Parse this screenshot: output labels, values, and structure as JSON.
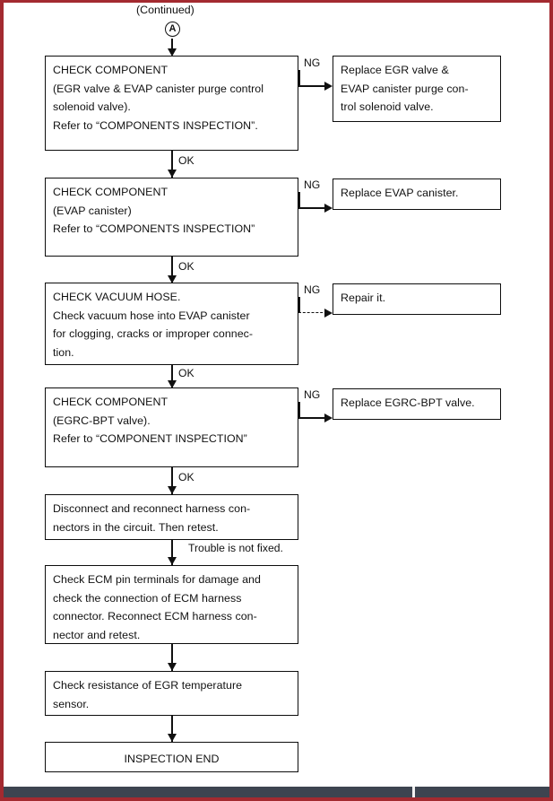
{
  "diagram": {
    "title_label": "(Continued)",
    "entry_ref": "A",
    "ok_label": "OK",
    "ng_label": "NG",
    "trouble_label": "Trouble is not fixed.",
    "colors": {
      "page_border": "#a32a30",
      "taskbar": "#3d4450",
      "line": "#111111",
      "box_fill": "#ffffff"
    },
    "main_steps": [
      {
        "id": "check-component-egr-evap",
        "text": "CHECK COMPONENT\n(EGR valve & EVAP canister purge control\nsolenoid valve).\nRefer to “COMPONENTS INSPECTION”."
      },
      {
        "id": "check-component-evap-canister",
        "text": "CHECK COMPONENT\n(EVAP canister)\nRefer to “COMPONENTS INSPECTION”"
      },
      {
        "id": "check-vacuum-hose",
        "text": "CHECK VACUUM HOSE.\nCheck vacuum hose into EVAP canister\nfor clogging, cracks or improper connec-\ntion."
      },
      {
        "id": "check-component-egrc-bpt",
        "text": "CHECK COMPONENT\n(EGRC-BPT valve).\nRefer to “COMPONENT INSPECTION”"
      },
      {
        "id": "disconnect-reconnect-harness",
        "text": "Disconnect and reconnect harness con-\nnectors in the circuit. Then retest."
      },
      {
        "id": "check-ecm-pin-terminals",
        "text": "Check ECM pin terminals for damage and\ncheck the connection of ECM harness\nconnector. Reconnect ECM harness con-\nnector and retest."
      },
      {
        "id": "check-resistance-egr-temp-sensor",
        "text": "Check resistance of EGR temperature\nsensor."
      },
      {
        "id": "inspection-end",
        "text": "INSPECTION END"
      }
    ],
    "ng_steps": [
      {
        "id": "replace-egr-valve-evap-solenoid",
        "text": "Replace EGR valve &\nEVAP canister purge con-\ntrol solenoid valve."
      },
      {
        "id": "replace-evap-canister",
        "text": "Replace EVAP canister."
      },
      {
        "id": "repair-it",
        "text": "Repair it."
      },
      {
        "id": "replace-egrc-bpt-valve",
        "text": "Replace EGRC-BPT valve."
      }
    ]
  }
}
